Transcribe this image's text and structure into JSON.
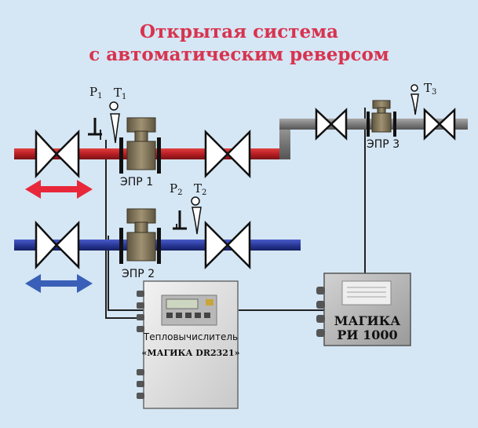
{
  "title": {
    "line1": "Открытая система",
    "line2": "с автоматическим реверсом"
  },
  "labels": {
    "p1": "P",
    "p1_sub": "1",
    "t1": "T",
    "t1_sub": "1",
    "p2": "P",
    "p2_sub": "2",
    "t2": "T",
    "t2_sub": "2",
    "t3": "T",
    "t3_sub": "3",
    "epr1": "ЭПР 1",
    "epr2": "ЭПР 2",
    "epr3": "ЭПР 3"
  },
  "calculator": {
    "name_line1": "Тепловычислитель",
    "name_line2": "«МАГИКА DR2321»"
  },
  "module": {
    "name_line1": "МАГИКА",
    "name_line2": "РИ 1000"
  },
  "colors": {
    "background": "#d5e6f4",
    "title": "#d8334f",
    "supply_pipe": "#cc2b2b",
    "return_pipe": "#2b3fa8",
    "bypass_pipe": "#8a8a8a",
    "arrow_red": "#e8283a",
    "arrow_blue": "#3a5fb8",
    "meter_body": "#8a7d5e"
  }
}
